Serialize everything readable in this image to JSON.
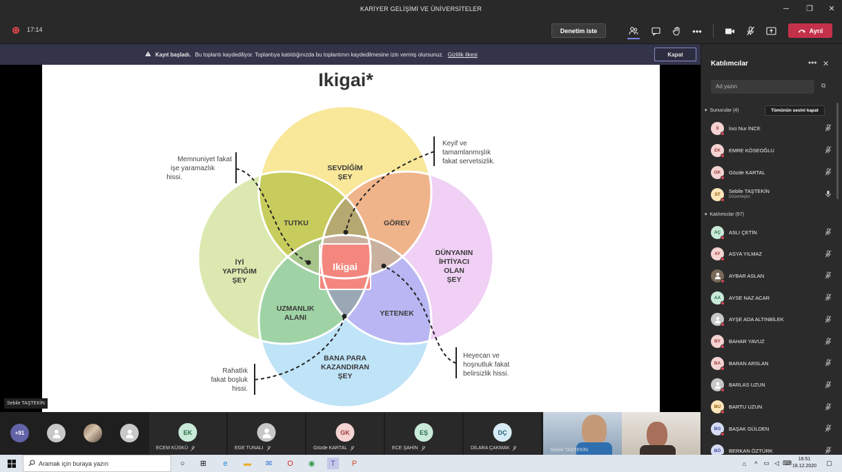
{
  "window": {
    "title": "KARİYER GELİŞİMİ VE ÜNİVERSİTELER"
  },
  "toolbar": {
    "timer": "17:14",
    "control_label": "Denetim iste",
    "leave_label": "Ayrıl"
  },
  "banner": {
    "bold": "Kayıt başladı.",
    "text": "Bu toplantı kaydediliyor. Toplantıya katıldığınızda bu toplantının kaydedilmesine izin vermiş olursunuz.",
    "link": "Gizlilik ilkesi",
    "close_label": "Kapat"
  },
  "slide": {
    "title": "Ikigai*",
    "circles": {
      "top": "SEVDİĞİM ŞEY",
      "left": "İYİ YAPTIĞIM ŞEY",
      "right": "DÜNYANIN İHTİYACI OLAN ŞEY",
      "bottom": "BANA PARA KAZANDIRAN ŞEY"
    },
    "overlaps": {
      "tl": "TUTKU",
      "tr": "GÖREV",
      "bl": "UZMANLIK ALANI",
      "br": "YETENEK",
      "center": "Ikigai"
    },
    "notes": {
      "top_left": [
        "Memnuniyet fakat",
        "işe yaramazlık",
        "hissi."
      ],
      "top_right": [
        "Keyif ve",
        "tamamlanmışlık",
        "fakat servetsizlik."
      ],
      "bottom_left": [
        "Rahatlık",
        "fakat boşluk",
        "hissi."
      ],
      "bottom_right": [
        "Heyecan ve",
        "hoşnutluk fakat",
        "belirsizlik hissi."
      ]
    },
    "colors": {
      "top": "#f9e79a",
      "left": "#dbe9b0",
      "right": "#f0d0f5",
      "bottom": "#bfe3f7",
      "tl": "#c7cc5c",
      "tr": "#f0b48a",
      "bl": "#9fd3a5",
      "br": "#b9b6f3",
      "center": "#f3877e"
    }
  },
  "presenter_label": "Sebile TAŞTEKİN",
  "panel": {
    "title": "Katılımcılar",
    "search_placeholder": "Ad yazın",
    "presenters_header": "Sunucular (4)",
    "mute_all": "Tümünün sesini kapat",
    "attendees_header": "Katılımcılar (97)",
    "presenters": [
      {
        "initials": "İI",
        "name": "İnci Nur İNCE",
        "bg": "#f5d3d3",
        "fg": "#9e3b3b"
      },
      {
        "initials": "EK",
        "name": "EMRE KÖSEOĞLU",
        "bg": "#f5d3d3",
        "fg": "#9e3b3b"
      },
      {
        "initials": "GK",
        "name": "Gözde KARTAL",
        "bg": "#f5d3d3",
        "fg": "#9e3b3b"
      },
      {
        "initials": "ST",
        "name": "Sebile TAŞTEKİN",
        "sub": "Düzenleyici",
        "bg": "#fde5b8",
        "fg": "#8a5a00"
      }
    ],
    "attendees": [
      {
        "initials": "AÇ",
        "name": "ASLI ÇETİN",
        "bg": "#c9ead8",
        "fg": "#2a6b47"
      },
      {
        "initials": "AY",
        "name": "ASYA YILMAZ",
        "bg": "#f5d3d3",
        "fg": "#9e3b3b"
      },
      {
        "initials": "",
        "name": "AYBAR ASLAN",
        "bg": "#7a6a5a",
        "fg": "#fff"
      },
      {
        "initials": "AA",
        "name": "AYSE NAZ ACAR",
        "bg": "#c9ead8",
        "fg": "#2a6b47"
      },
      {
        "initials": "",
        "name": "AYŞE ADA ALTINBİLEK",
        "bg": "#c8c8c8",
        "fg": "#fff"
      },
      {
        "initials": "BY",
        "name": "BAHAR YAVUZ",
        "bg": "#f5d3d3",
        "fg": "#9e3b3b"
      },
      {
        "initials": "BA",
        "name": "BARAN ARSLAN",
        "bg": "#f5d3d3",
        "fg": "#9e3b3b"
      },
      {
        "initials": "",
        "name": "BARLAS UZUN",
        "bg": "#c8c8c8",
        "fg": "#fff"
      },
      {
        "initials": "BU",
        "name": "BARTU UZUN",
        "bg": "#fde5b8",
        "fg": "#8a5a00"
      },
      {
        "initials": "BG",
        "name": "BAŞAK GÜLDEN",
        "bg": "#d7dcf5",
        "fg": "#3b4a9e"
      },
      {
        "initials": "BÖ",
        "name": "BERKAN ÖZTÜRK",
        "bg": "#d7dcf5",
        "fg": "#3b4a9e"
      }
    ]
  },
  "gallery": {
    "more_count": "+91",
    "tiles": [
      {
        "initials": "EK",
        "name": "ECEM KÜSKÜ",
        "bg": "#c9ead8",
        "fg": "#2a6b47"
      },
      {
        "initials": "",
        "name": "EGE TUNALI",
        "bg": "#c8c8c8",
        "fg": "#fff"
      },
      {
        "initials": "GK",
        "name": "Gözde KARTAL",
        "bg": "#f5d3d3",
        "fg": "#9e3b3b"
      },
      {
        "initials": "EŞ",
        "name": "ECE ŞAHİN",
        "bg": "#c9ead8",
        "fg": "#2a6b47"
      },
      {
        "initials": "DÇ",
        "name": "DİLARA ÇAKMAK",
        "bg": "#d7ecf5",
        "fg": "#2a5f7a"
      }
    ],
    "video_name": "Sebile TAŞTEKİN"
  },
  "taskbar": {
    "search_placeholder": "Aramak için buraya yazın",
    "time": "16:51",
    "date": "18.12.2020"
  }
}
